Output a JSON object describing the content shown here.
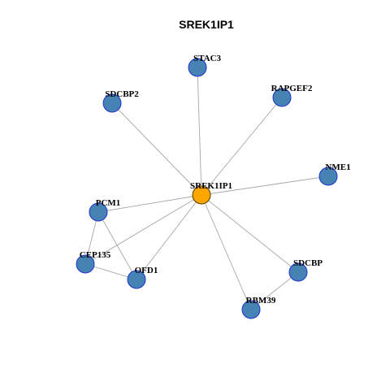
{
  "title": "SREK1IP1",
  "colors": {
    "center_fill": "#FFA500",
    "center_stroke": "#4D3A00",
    "neighbor_fill": "#4682B4",
    "neighbor_stroke": "#1F33CC",
    "edge": "#A8A8A8"
  },
  "nodes": [
    {
      "id": "SREK1IP1",
      "label": "SREK1IP1",
      "role": "center"
    },
    {
      "id": "STAC3",
      "label": "STAC3",
      "role": "neighbor"
    },
    {
      "id": "SDCBP2",
      "label": "SDCBP2",
      "role": "neighbor"
    },
    {
      "id": "RAPGEF2",
      "label": "RAPGEF2",
      "role": "neighbor"
    },
    {
      "id": "NME1",
      "label": "NME1",
      "role": "neighbor"
    },
    {
      "id": "PCM1",
      "label": "PCM1",
      "role": "neighbor"
    },
    {
      "id": "CEP135",
      "label": "CEP135",
      "role": "neighbor"
    },
    {
      "id": "OFD1",
      "label": "OFD1",
      "role": "neighbor"
    },
    {
      "id": "SDCBP",
      "label": "SDCBP",
      "role": "neighbor"
    },
    {
      "id": "RBM39",
      "label": "RBM39",
      "role": "neighbor"
    }
  ],
  "edges": [
    [
      "SREK1IP1",
      "STAC3"
    ],
    [
      "SREK1IP1",
      "SDCBP2"
    ],
    [
      "SREK1IP1",
      "RAPGEF2"
    ],
    [
      "SREK1IP1",
      "NME1"
    ],
    [
      "SREK1IP1",
      "PCM1"
    ],
    [
      "SREK1IP1",
      "CEP135"
    ],
    [
      "SREK1IP1",
      "OFD1"
    ],
    [
      "SREK1IP1",
      "SDCBP"
    ],
    [
      "SREK1IP1",
      "RBM39"
    ],
    [
      "PCM1",
      "CEP135"
    ],
    [
      "PCM1",
      "OFD1"
    ],
    [
      "CEP135",
      "OFD1"
    ],
    [
      "SDCBP",
      "RBM39"
    ]
  ]
}
